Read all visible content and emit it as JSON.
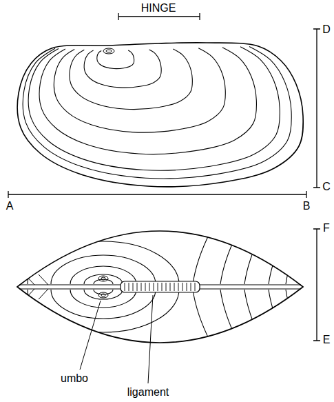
{
  "diagram": {
    "labels": [
      "HINGE",
      "D",
      "C",
      "A",
      "B",
      "F",
      "E",
      "umbo",
      "ligament"
    ]
  }
}
